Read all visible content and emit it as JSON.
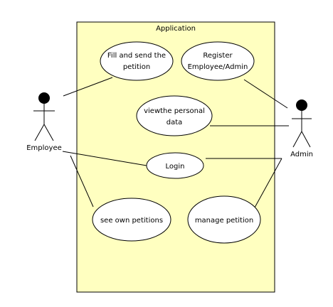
{
  "system": {
    "title": "Application",
    "fill": "#ffffc0"
  },
  "actors": {
    "employee": {
      "label": "Employee"
    },
    "admin": {
      "label": "Admin"
    }
  },
  "use_cases": {
    "fill_send": {
      "line1": "Fill and send the",
      "line2": "petition"
    },
    "register": {
      "line1": "Register",
      "line2": "Employee/Admin"
    },
    "view_data": {
      "line1": "viewthe personal",
      "line2": "data"
    },
    "login": {
      "label": "Login"
    },
    "own_petitions": {
      "label": "see own petitions"
    },
    "manage": {
      "label": "manage petition"
    }
  }
}
